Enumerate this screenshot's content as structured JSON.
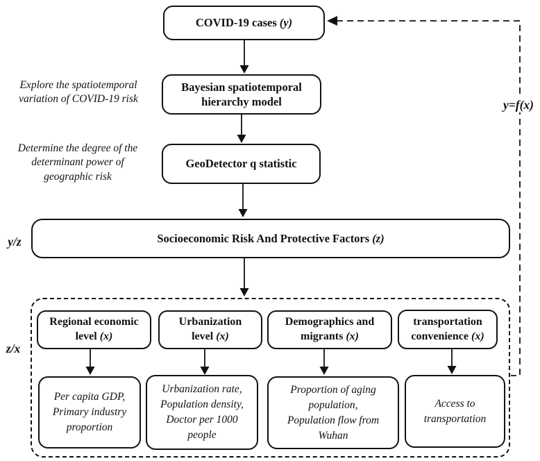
{
  "figure": {
    "background": "#ffffff",
    "line_color": "#111111"
  },
  "flow_boxes": {
    "covid": {
      "label": "COVID-19 cases",
      "var": "(y)"
    },
    "bayesian": {
      "lines": "Bayesian spatiotemporal\nhierarchy model"
    },
    "geodetector": {
      "label": "GeoDetector q statistic"
    },
    "socioeconomic": {
      "label": "Socioeconomic Risk And Protective Factors",
      "var": "(z)"
    }
  },
  "side_labels": {
    "explore": "Explore the spatiotemporal\nvariation of COVID-19 risk",
    "determine": "Determine the degree of the\ndeterminant power of\ngeographic risk",
    "y_z": "y/z",
    "z_x": "z/x",
    "y_fx": "y=f(x)"
  },
  "factor_groups": [
    {
      "title_line1": "Regional economic",
      "title_line2": "level",
      "var": "(x)",
      "detail": "Per capita GDP,\nPrimary industry\nproportion"
    },
    {
      "title_line1": "Urbanization",
      "title_line2": "level",
      "var": "(x)",
      "detail": "Urbanization rate,\nPopulation density,\nDoctor per 1000\npeople"
    },
    {
      "title_line1": "Demographics and",
      "title_line2": "migrants",
      "var": "(x)",
      "detail": "Proportion of aging\npopulation,\nPopulation flow from\nWuhan"
    },
    {
      "title_line1": "transportation",
      "title_line2": "convenience",
      "var": "(x)",
      "detail": "Access to\ntransportation"
    }
  ]
}
